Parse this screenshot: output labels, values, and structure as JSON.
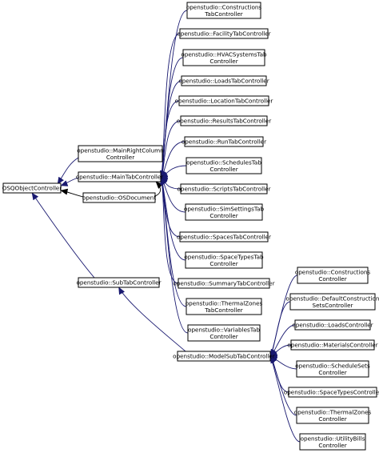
{
  "diagram": {
    "root": "OSQObjectController",
    "mid": {
      "main_right_column": [
        "openstudio::MainRightColumn",
        "Controller"
      ],
      "main_tab": [
        "openstudio::MainTabController"
      ],
      "os_document": [
        "openstudio::OSDocument"
      ],
      "sub_tab": [
        "openstudio::SubTabController"
      ],
      "model_sub_tab": [
        "openstudio::ModelSubTabController"
      ]
    },
    "main_tab_children": [
      [
        "openstudio::Constructions",
        "TabController"
      ],
      [
        "openstudio::FacilityTabController"
      ],
      [
        "openstudio::HVACSystemsTab",
        "Controller"
      ],
      [
        "openstudio::LoadsTabController"
      ],
      [
        "openstudio::LocationTabController"
      ],
      [
        "openstudio::ResultsTabController"
      ],
      [
        "openstudio::RunTabController"
      ],
      [
        "openstudio::SchedulesTab",
        "Controller"
      ],
      [
        "openstudio::ScriptsTabController"
      ],
      [
        "openstudio::SimSettingsTab",
        "Controller"
      ],
      [
        "openstudio::SpacesTabController"
      ],
      [
        "openstudio::SpaceTypesTab",
        "Controller"
      ],
      [
        "openstudio::SummaryTabController"
      ],
      [
        "openstudio::ThermalZones",
        "TabController"
      ],
      [
        "openstudio::VariablesTab",
        "Controller"
      ]
    ],
    "model_sub_tab_children": [
      [
        "openstudio::Constructions",
        "Controller"
      ],
      [
        "openstudio::DefaultConstruction",
        "SetsController"
      ],
      [
        "openstudio::LoadsController"
      ],
      [
        "openstudio::MaterialsController"
      ],
      [
        "openstudio::ScheduleSets",
        "Controller"
      ],
      [
        "openstudio::SpaceTypesController"
      ],
      [
        "openstudio::ThermalZones",
        "Controller"
      ],
      [
        "openstudio::UtilityBills",
        "Controller"
      ]
    ]
  }
}
